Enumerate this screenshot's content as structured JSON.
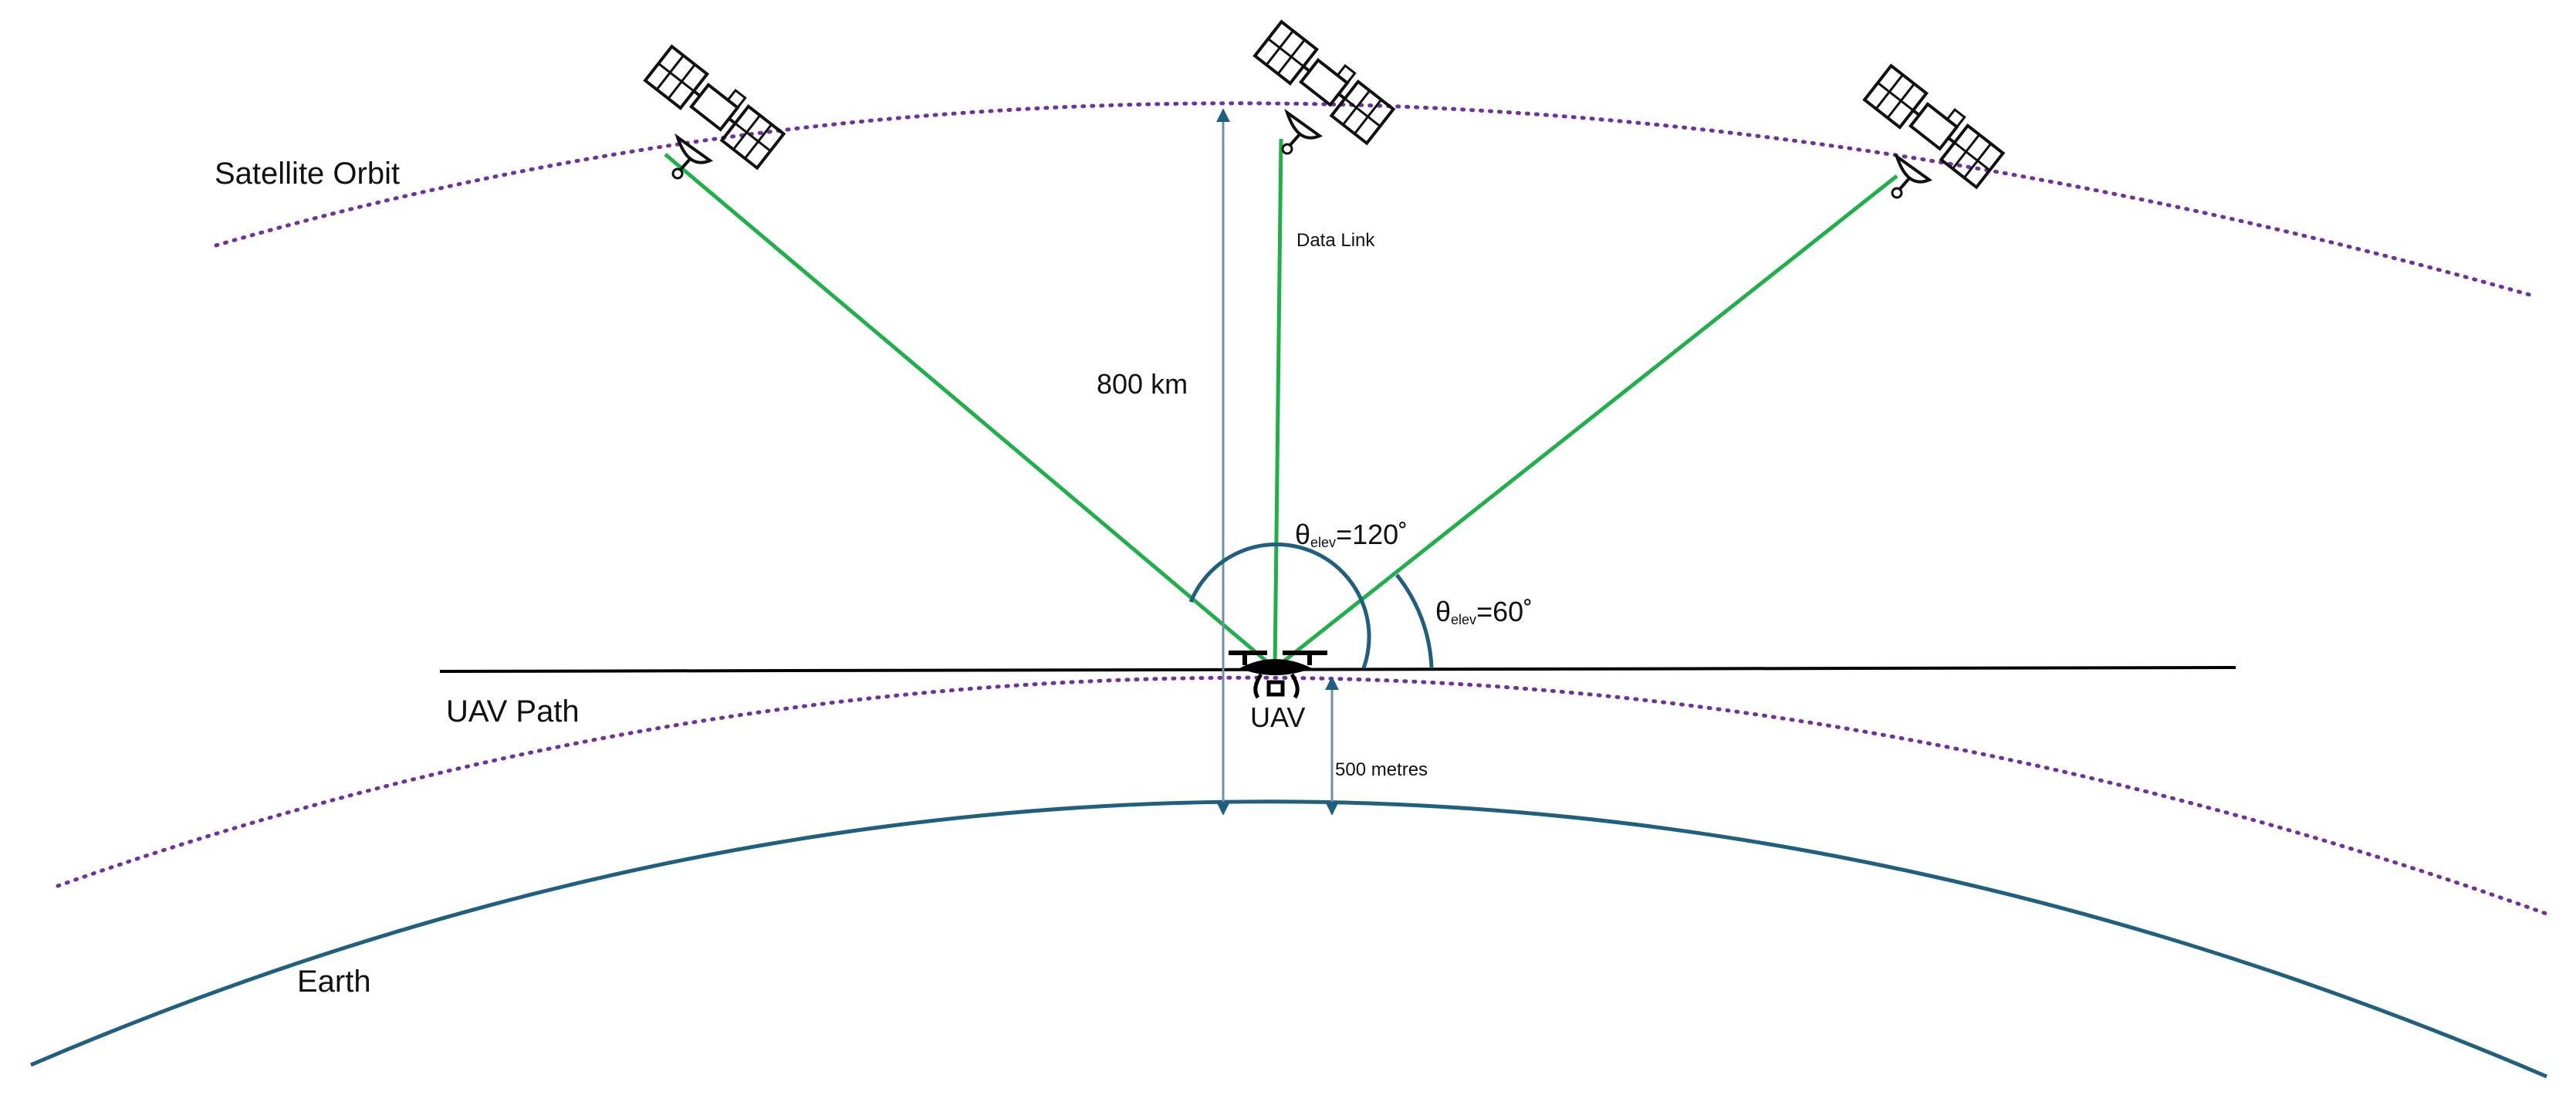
{
  "labels": {
    "satellite_orbit": "Satellite Orbit",
    "uav_path": "UAV Path",
    "earth": "Earth",
    "uav": "UAV",
    "data_link": "Data Link",
    "altitude_800": "800 km",
    "altitude_500": "500 metres",
    "theta_symbol": "θ",
    "theta_sub": "elev",
    "angle_120": "=120˚",
    "angle_60": "=60˚"
  },
  "colors": {
    "orbit": "#7030a0",
    "uav_path_dotted": "#7030a0",
    "earth": "#1f5f7f",
    "data_link": "#1fb04a",
    "arrow": "#1f5f7f",
    "arrow_thin": "#6f8fa8",
    "arc": "#1f5f7f",
    "ground_line": "#000000"
  },
  "icons": [
    "satellite-icon",
    "satellite-icon",
    "satellite-icon",
    "drone-icon"
  ]
}
